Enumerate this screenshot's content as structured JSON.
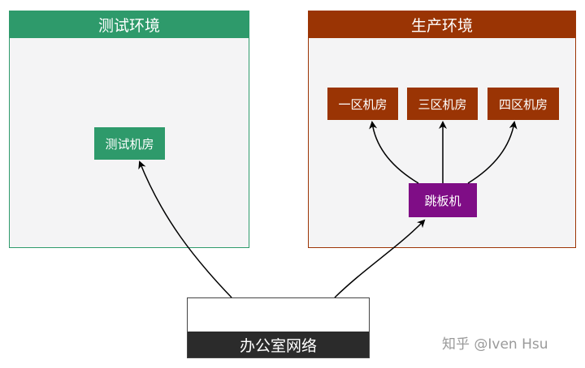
{
  "test_environment": {
    "title": "测试环境",
    "room": "测试机房",
    "color": "#2e9a6b"
  },
  "production_environment": {
    "title": "生产环境",
    "zones": [
      "一区机房",
      "三区机房",
      "四区机房"
    ],
    "jump_host": "跳板机",
    "color": "#9a3404",
    "jump_host_color": "#7f0d86"
  },
  "office_network": {
    "label": "办公室网络",
    "color": "#2b2b2b"
  },
  "watermark": "知乎 @Iven Hsu",
  "connections": [
    {
      "from": "办公室网络",
      "to": "测试机房"
    },
    {
      "from": "办公室网络",
      "to": "跳板机"
    },
    {
      "from": "跳板机",
      "to": "一区机房"
    },
    {
      "from": "跳板机",
      "to": "三区机房"
    },
    {
      "from": "跳板机",
      "to": "四区机房"
    }
  ]
}
